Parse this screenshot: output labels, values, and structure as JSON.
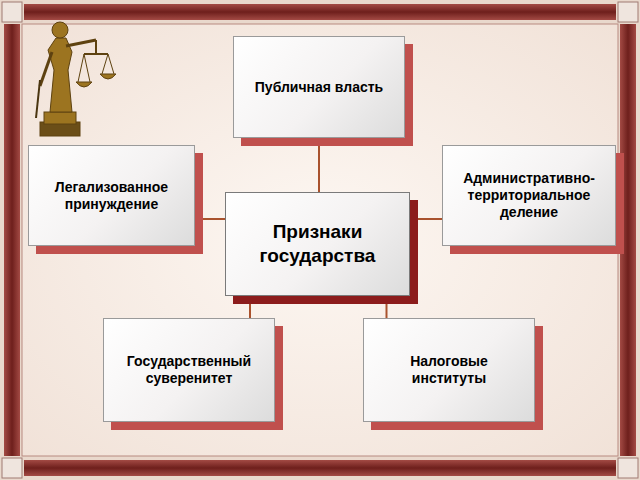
{
  "diagram": {
    "nodes": [
      {
        "text": [
          "Публичная власть"
        ]
      },
      {
        "text": [
          "Легализованное принуждение"
        ]
      },
      {
        "text": [
          "Административно-территориальное деление"
        ]
      },
      {
        "text": [
          "Признаки государства"
        ]
      },
      {
        "text": [
          "Государственный суверенитет"
        ]
      },
      {
        "text": [
          "Налоговые институты"
        ]
      }
    ],
    "edges": [
      {
        "from": 3,
        "to": 0,
        "arrow": "none"
      },
      {
        "from": 3,
        "to": 1,
        "arrow": "none"
      },
      {
        "from": 3,
        "to": 2,
        "arrow": "none"
      },
      {
        "from": 3,
        "to": 4,
        "arrow": "none"
      },
      {
        "from": 3,
        "to": 5,
        "arrow": "none"
      }
    ]
  }
}
